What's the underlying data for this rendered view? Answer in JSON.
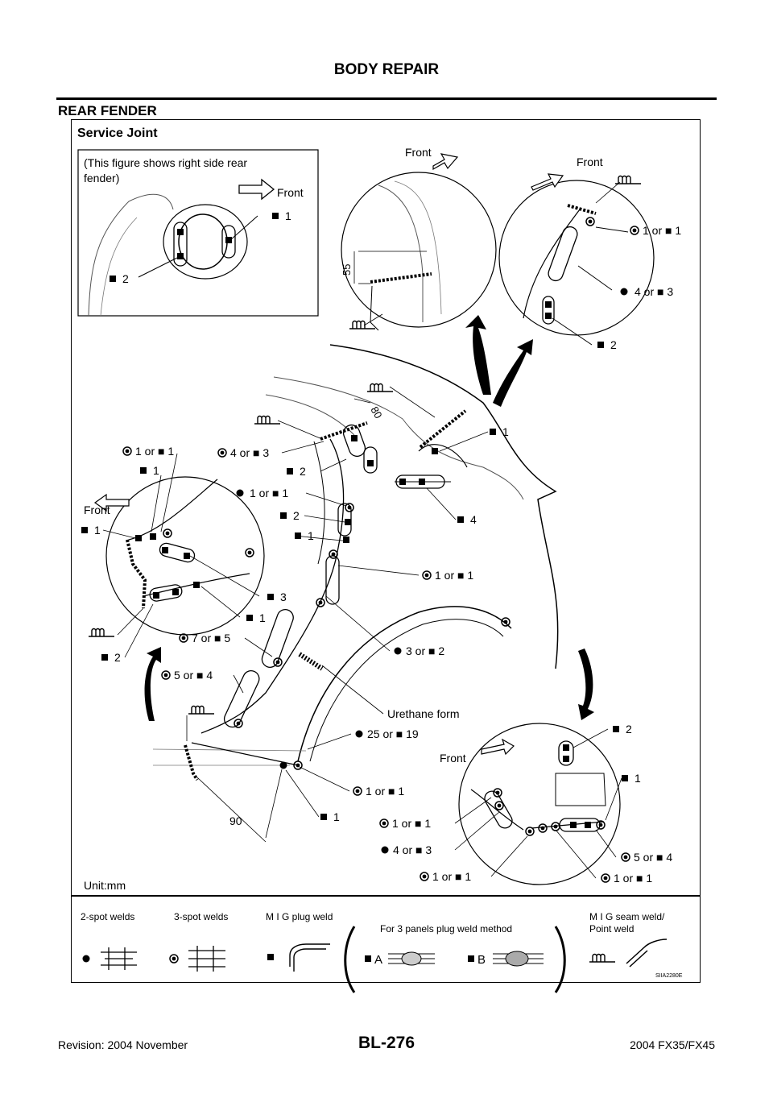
{
  "header": {
    "title": "BODY REPAIR",
    "section": "REAR FENDER"
  },
  "figure": {
    "title": "Service Joint",
    "inset_note": [
      "(This figure shows right side rear",
      "fender)"
    ],
    "unit": "Unit:mm",
    "code": "SIIA2280E",
    "front": "Front",
    "dims": {
      "d55": "55",
      "d80": "80",
      "d90": "90"
    },
    "labels": {
      "in1": "1",
      "in2": "2",
      "tc1": "1 or ■ 1",
      "tc2": "4 or ■ 3",
      "tc3": "2",
      "m1": "1",
      "m2": "1 or ■ 1",
      "m3": "4 or ■ 3",
      "m4": "2",
      "m5": "1 or ■ 1",
      "m6": "2",
      "m7": "1",
      "m8": "4",
      "m9": "1 or ■ 1",
      "m10": "3 or ■ 2",
      "l1": "1 or ■ 1",
      "l2": "1",
      "l3": "1",
      "l4": "3",
      "l5": "1",
      "l6": "2",
      "l7": "7 or ■ 5",
      "l8": "5 or ■ 4",
      "urethane": "Urethane form",
      "b1": "25 or ■ 19",
      "b2": "1 or ■ 1",
      "b3": "1",
      "r1": "2",
      "r2": "1",
      "r3": "1 or ■ 1",
      "r4": "4 or ■ 3",
      "r5": "1 or ■ 1",
      "r6": "5 or ■ 4",
      "r7": "1 or ■ 1"
    }
  },
  "legend": {
    "spot2": "2-spot welds",
    "spot3": "3-spot welds",
    "mig_plug": "M I G plug weld",
    "panels": "For 3 panels plug weld method",
    "A": "A",
    "B": "B",
    "seam1": "M I G seam weld/",
    "seam2": "Point weld"
  },
  "footer": {
    "page": "BL-276",
    "revision": "Revision: 2004 November",
    "model": "2004 FX35/FX45"
  }
}
